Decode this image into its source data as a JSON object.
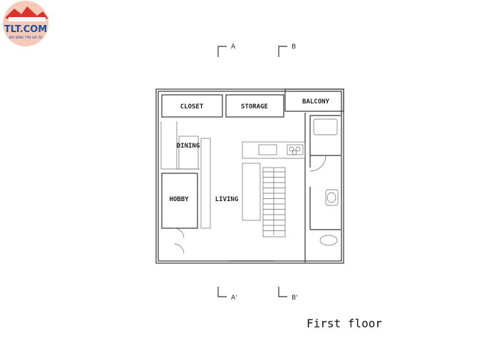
{
  "logo": {
    "text": "TLT.COM",
    "tagline": "NƠI NÂNG TẦM GIÁ TRỊ"
  },
  "rooms": {
    "closet": "CLOSET",
    "storage": "STORAGE",
    "balcony": "BALCONY",
    "dining": "DINING",
    "hobby": "HOBBY",
    "living": "LIVING"
  },
  "section_marks": {
    "a_top": "A",
    "b_top": "B",
    "a_bottom": "A'",
    "b_bottom": "B'"
  },
  "caption": "First floor",
  "colors": {
    "logo_blue": "#1b4fa0",
    "logo_red": "#d9322b"
  }
}
